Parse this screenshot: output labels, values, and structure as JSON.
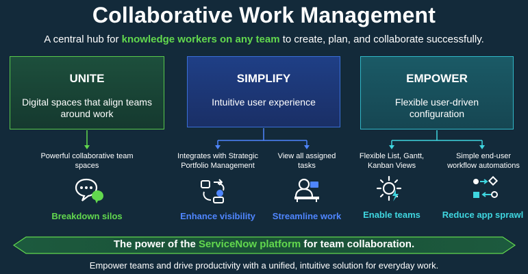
{
  "title": "Collaborative Work Management",
  "subtitle": {
    "pre": "A central hub for ",
    "highlight": "knowledge workers on any team",
    "post": " to create, plan, and collaborate successfully."
  },
  "pillars": [
    {
      "heading": "UNITE",
      "description": "Digital spaces that align teams around work"
    },
    {
      "heading": "SIMPLIFY",
      "description": "Intuitive user experience"
    },
    {
      "heading": "EMPOWER",
      "description": "Flexible user-driven configuration"
    }
  ],
  "features": [
    {
      "label": "Powerful collaborative team spaces",
      "outcome": "Breakdown silos",
      "icon": "chat-bubbles-icon"
    },
    {
      "label": "Integrates with Strategic Portfolio Management",
      "outcome": "Enhance visibility",
      "icon": "sync-visibility-icon"
    },
    {
      "label": "View all assigned tasks",
      "outcome": "Streamline work",
      "icon": "user-desk-icon"
    },
    {
      "label": "Flexible List, Gantt, Kanban Views",
      "outcome": "Enable teams",
      "icon": "sun-bolt-icon"
    },
    {
      "label": "Simple end-user workflow automations",
      "outcome": "Reduce app sprawl",
      "icon": "workflow-icon"
    }
  ],
  "banner": {
    "pre": "The power of the ",
    "highlight": "ServiceNow platform",
    "post": " for team collaboration."
  },
  "footer": "Empower teams and drive productivity with a unified, intuitive solution for everyday work.",
  "colors": {
    "background": "#132a3a",
    "green": "#62d84e",
    "blue": "#4f86ff",
    "cyan": "#3fd6e0"
  }
}
